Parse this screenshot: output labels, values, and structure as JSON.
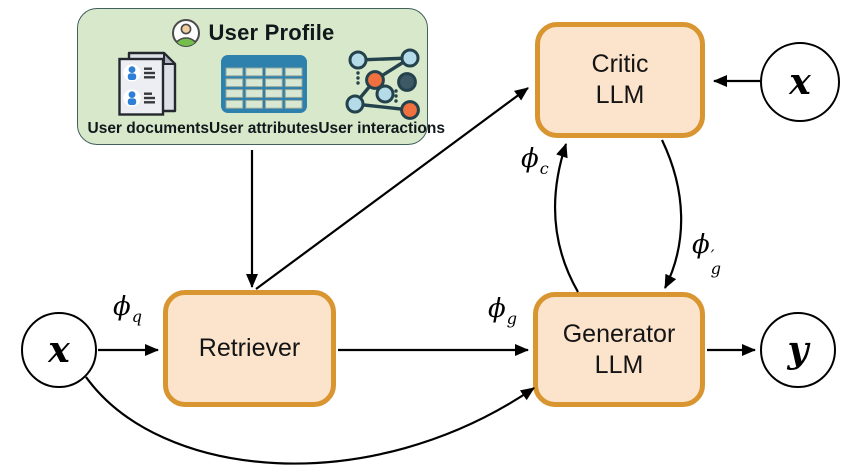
{
  "user_profile": {
    "title": "User Profile",
    "items": [
      {
        "label": "User documents",
        "icon": "documents-icon"
      },
      {
        "label": "User attributes",
        "icon": "table-icon"
      },
      {
        "label": "User interactions",
        "icon": "graph-icon"
      }
    ]
  },
  "nodes": {
    "critic_line1": "Critic",
    "critic_line2": "LLM",
    "retriever": "Retriever",
    "generator_line1": "Generator",
    "generator_line2": "LLM",
    "input_left": "x",
    "input_top_right": "x",
    "output": "y"
  },
  "edge_labels": {
    "phi_q": {
      "base": "ϕ",
      "sub": "q"
    },
    "phi_g": {
      "base": "ϕ",
      "sub": "g"
    },
    "phi_c": {
      "base": "ϕ",
      "sub": "c"
    },
    "phi_g_prime": {
      "base": "ϕ",
      "prime": "′",
      "sub": "g"
    }
  },
  "colors": {
    "node_fill": "#FBE3CC",
    "node_border": "#D89530",
    "panel_fill": "#D8E8CB",
    "panel_border": "#41605E",
    "arrow": "#000000",
    "table_icon_blue": "#2E81AC",
    "graph_icon_light_blue": "#B5DBE8",
    "graph_icon_orange": "#F0713F",
    "graph_icon_dark_slate": "#3D5966",
    "person_blue": "#2F7FD6"
  }
}
